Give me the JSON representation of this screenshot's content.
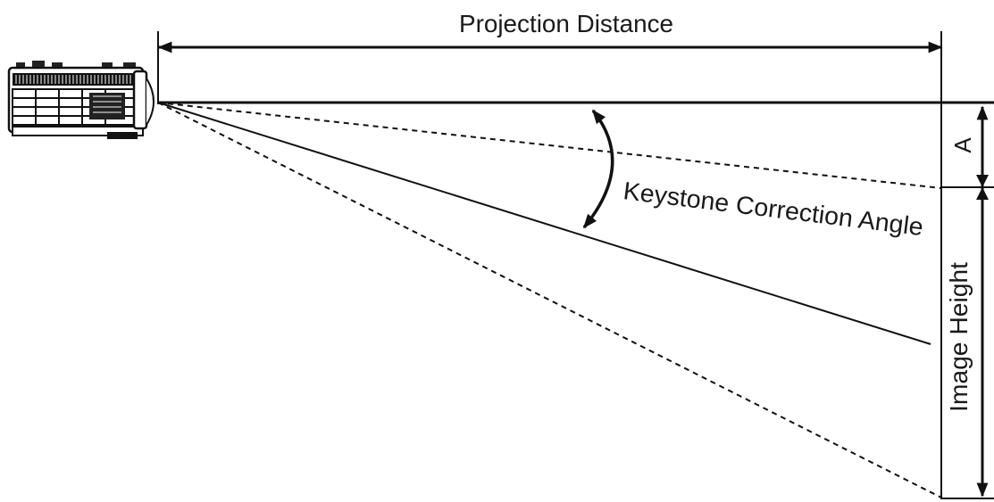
{
  "labels": {
    "projection_distance": "Projection Distance",
    "keystone_angle": "Keystone Correction Angle",
    "image_height": "Image Height",
    "offset_a": "A"
  },
  "colors": {
    "line": "#111111",
    "text": "#1a1a1a",
    "background": "#ffffff"
  },
  "icons": {
    "projector": "projector-icon"
  }
}
